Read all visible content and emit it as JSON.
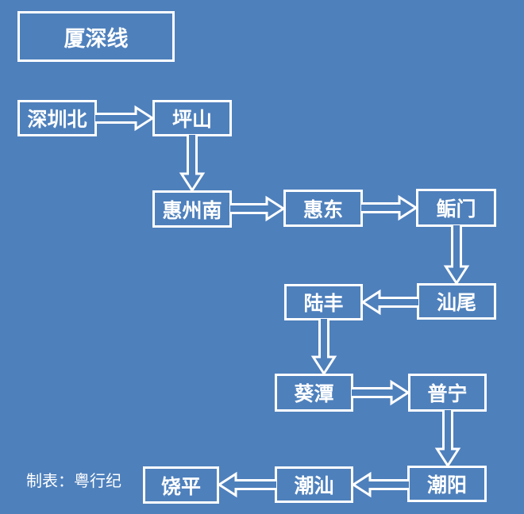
{
  "page": {
    "background_color": "#4e80bc",
    "line_color": "#ffffff",
    "text_color": "#ffffff"
  },
  "title_box": {
    "label": "厦深线"
  },
  "credit": {
    "label": "制表：粤行纪"
  },
  "diagram": {
    "type": "flowchart",
    "line_name": "厦深线",
    "stations": [
      {
        "id": "shenzhen-north",
        "label": "深圳北"
      },
      {
        "id": "pingshan",
        "label": "坪山"
      },
      {
        "id": "huizhou-south",
        "label": "惠州南"
      },
      {
        "id": "huidong",
        "label": "惠东"
      },
      {
        "id": "houmen",
        "label": "鲘门"
      },
      {
        "id": "shanwei",
        "label": "汕尾"
      },
      {
        "id": "lufeng",
        "label": "陆丰"
      },
      {
        "id": "kuitan",
        "label": "葵潭"
      },
      {
        "id": "puning",
        "label": "普宁"
      },
      {
        "id": "chaoyang",
        "label": "潮阳"
      },
      {
        "id": "chaoshan",
        "label": "潮汕"
      },
      {
        "id": "raoping",
        "label": "饶平"
      }
    ],
    "edges": [
      {
        "from": "shenzhen-north",
        "to": "pingshan"
      },
      {
        "from": "pingshan",
        "to": "huizhou-south"
      },
      {
        "from": "huizhou-south",
        "to": "huidong"
      },
      {
        "from": "huidong",
        "to": "houmen"
      },
      {
        "from": "houmen",
        "to": "shanwei"
      },
      {
        "from": "shanwei",
        "to": "lufeng"
      },
      {
        "from": "lufeng",
        "to": "kuitan"
      },
      {
        "from": "kuitan",
        "to": "puning"
      },
      {
        "from": "puning",
        "to": "chaoyang"
      },
      {
        "from": "chaoyang",
        "to": "chaoshan"
      },
      {
        "from": "chaoshan",
        "to": "raoping"
      }
    ]
  }
}
